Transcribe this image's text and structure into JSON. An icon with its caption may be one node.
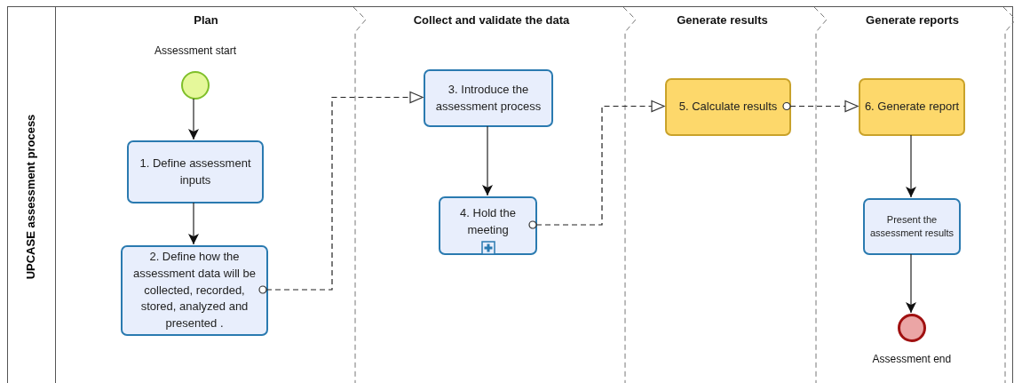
{
  "diagram": {
    "nodes": [
      {
        "text": [
          "UPCASE assessment process"
        ]
      },
      {
        "text": [
          "Plan"
        ],
        "in": 0
      },
      {
        "text": [],
        "shape": "circle",
        "beside": [
          "Assessment start"
        ],
        "in": 1
      },
      {
        "text": [
          "1. Define assessment inputs"
        ],
        "in": 1
      },
      {
        "text": [
          "2. Define how the assessment data will be collected, recorded, stored, analyzed and presented ."
        ],
        "in": 1
      },
      {
        "text": [
          "Collect and validate the data"
        ],
        "in": 0
      },
      {
        "text": [
          "3. Introduce the assessment process"
        ],
        "in": 5
      },
      {
        "text": [
          "4. Hold the meeting"
        ],
        "in": 5
      },
      {
        "text": [
          "Generate results"
        ],
        "in": 0
      },
      {
        "text": [
          "5. Calculate results"
        ],
        "in": 8
      },
      {
        "text": [
          "Generate reports"
        ],
        "in": 0
      },
      {
        "text": [
          "6. Generate report"
        ],
        "in": 10
      },
      {
        "text": [
          "Present the assessment results"
        ],
        "in": 10
      },
      {
        "text": [],
        "shape": "circle",
        "beside": [
          "Assessment end"
        ],
        "in": 10
      }
    ],
    "edges": [
      {
        "from": 2,
        "to": 3,
        "arrow": "to"
      },
      {
        "from": 3,
        "to": 4,
        "arrow": "to"
      },
      {
        "from": 4,
        "to": 6,
        "arrow": "to",
        "style": "dashed"
      },
      {
        "from": 6,
        "to": 7,
        "arrow": "to"
      },
      {
        "from": 7,
        "to": 9,
        "arrow": "to",
        "style": "dashed"
      },
      {
        "from": 9,
        "to": 11,
        "arrow": "to",
        "style": "dashed"
      },
      {
        "from": 11,
        "to": 12,
        "arrow": "to"
      },
      {
        "from": 12,
        "to": 13,
        "arrow": "to"
      }
    ]
  }
}
